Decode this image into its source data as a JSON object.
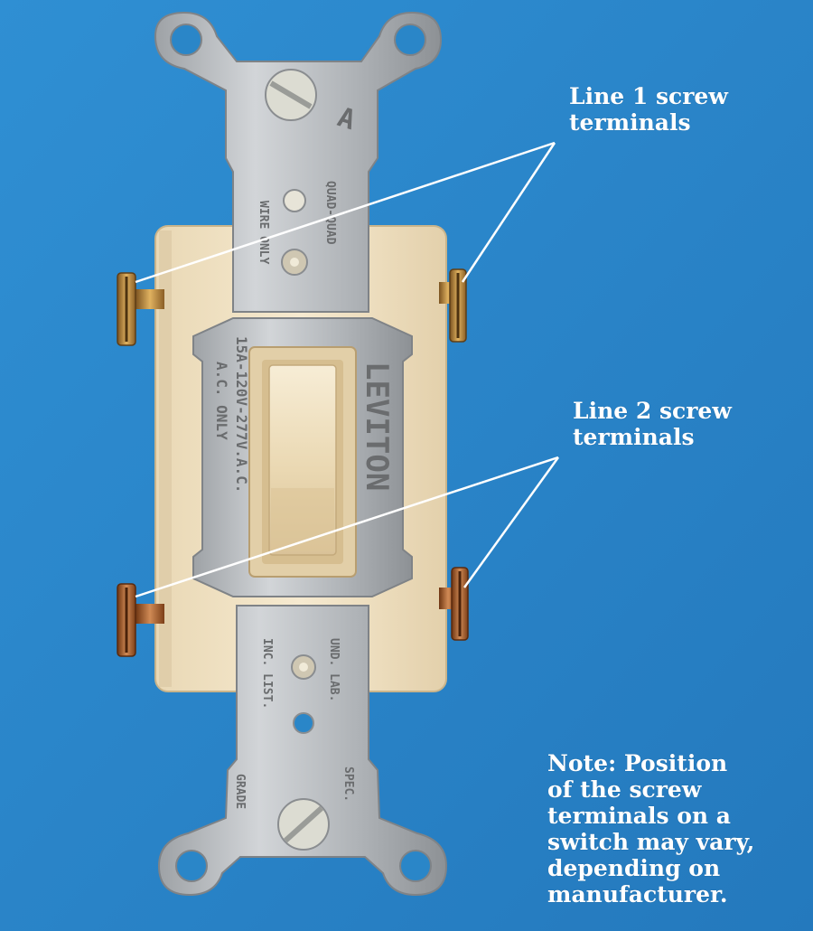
{
  "colors": {
    "background": "#2a86c8",
    "label_text": "#ffffff",
    "leader_line": "#ffffff",
    "strap": "#b9bcbf",
    "body": "#f1e3c6",
    "brass_screw": "#b9853a",
    "copper_screw": "#a85f2e"
  },
  "annotations": {
    "line1": {
      "lines": [
        "Line 1 screw",
        "terminals"
      ]
    },
    "line2": {
      "lines": [
        "Line 2 screw",
        "terminals"
      ]
    },
    "note": {
      "lines": [
        "Note: Position",
        "of the screw",
        "terminals on a",
        "switch may vary,",
        "depending on",
        "manufacturer."
      ]
    }
  },
  "switch_markings": {
    "brand": "LEVITON",
    "rating_line1": "15A-120V-277V.A.C.",
    "rating_line2": "A.C. ONLY",
    "top_strap_left": "WIRE ONLY",
    "top_strap_right": "QUAD-QUAD",
    "top_letter": "A",
    "bottom_strap_left": "INC. LIST.",
    "bottom_strap_right": "UND. LAB.",
    "spec": "SPEC.",
    "grade": "GRADE"
  }
}
